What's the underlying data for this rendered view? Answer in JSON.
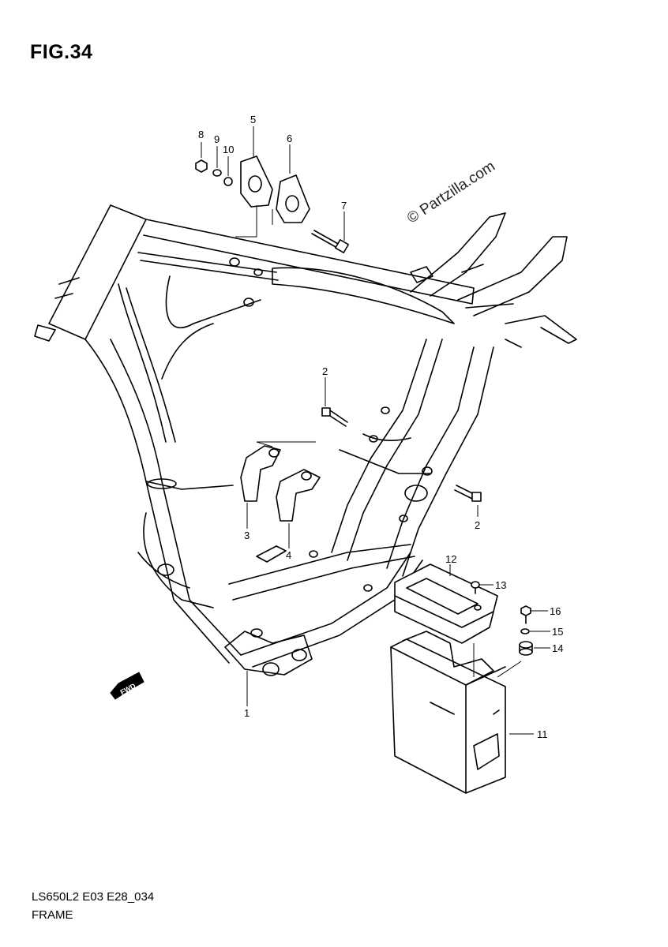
{
  "figure_title": "FIG.34",
  "watermark": "© Partzilla.com",
  "footer": {
    "code": "LS650L2 E03 E28_034",
    "name": "FRAME"
  },
  "fwd_label": "FWD",
  "callouts": [
    "1",
    "2",
    "2",
    "3",
    "4",
    "5",
    "6",
    "7",
    "8",
    "9",
    "10",
    "11",
    "12",
    "13",
    "14",
    "15",
    "16"
  ]
}
